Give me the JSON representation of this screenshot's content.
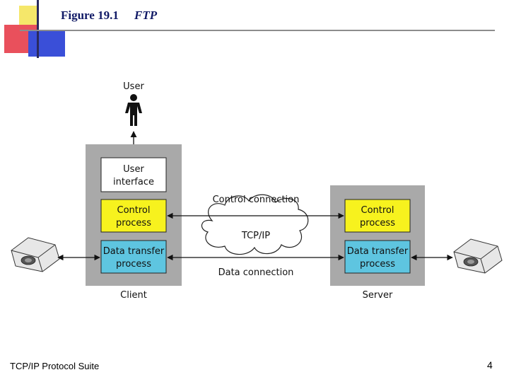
{
  "header": {
    "figure_number": "Figure 19.1",
    "figure_title": "FTP"
  },
  "footer": {
    "suite": "TCP/IP Protocol Suite",
    "page_number": "4"
  },
  "diagram": {
    "user_label": "User",
    "client": {
      "label": "Client",
      "user_interface": [
        "User",
        "interface"
      ],
      "control_process": [
        "Control",
        "process"
      ],
      "data_transfer_process": [
        "Data transfer",
        "process"
      ]
    },
    "server": {
      "label": "Server",
      "control_process": [
        "Control",
        "process"
      ],
      "data_transfer_process": [
        "Data transfer",
        "process"
      ]
    },
    "network_label": "TCP/IP",
    "control_connection_label": "Control connection",
    "data_connection_label": "Data connection"
  },
  "colors": {
    "panel_gray": "#a9a9a9",
    "control_yellow": "#f7f21e",
    "data_blue": "#5ec5e0",
    "title_navy": "#111a66"
  }
}
